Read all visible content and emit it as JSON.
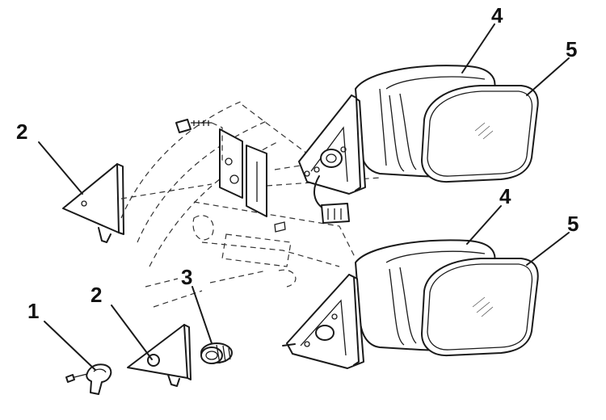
{
  "callouts": {
    "c1": "1",
    "c2_top": "2",
    "c2_bottom": "2",
    "c3": "3",
    "c4_top": "4",
    "c4_bottom": "4",
    "c5_top": "5",
    "c5_bottom": "5"
  },
  "colors": {
    "ink": "#1a1a1a",
    "background": "#ffffff"
  }
}
